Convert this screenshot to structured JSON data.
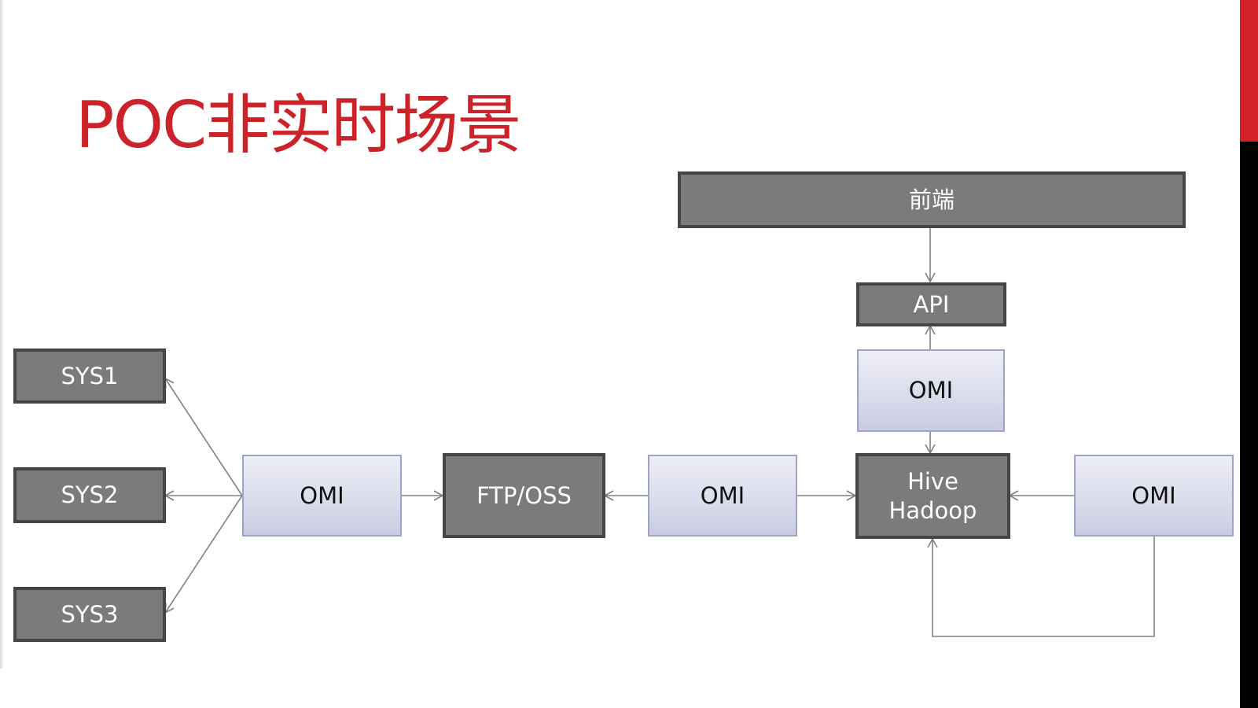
{
  "title": "POC非实时场景",
  "nodes": {
    "frontend": "前端",
    "api": "API",
    "omi_top": "OMI",
    "sys1": "SYS1",
    "sys2": "SYS2",
    "sys3": "SYS3",
    "omi_left": "OMI",
    "ftp_oss": "FTP/OSS",
    "omi_mid": "OMI",
    "hive_line1": "Hive",
    "hive_line2": "Hadoop",
    "omi_right": "OMI"
  },
  "colors": {
    "title": "#cc2229",
    "dark_box_fill": "#7b7b7b",
    "dark_box_border": "#454545",
    "light_box_top": "#eeeef7",
    "light_box_bottom": "#c9cbe2",
    "light_box_border": "#9fa3c8",
    "connector": "#808080",
    "accent_red": "#d42027"
  }
}
